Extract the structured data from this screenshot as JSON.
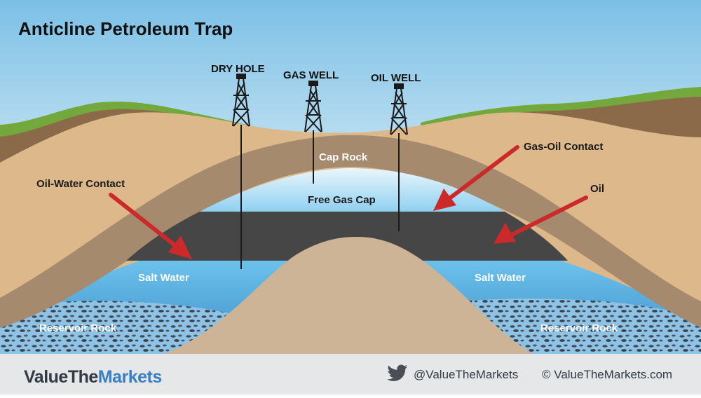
{
  "title": "Anticline Petroleum Trap",
  "wells": {
    "dry_hole": "DRY HOLE",
    "gas_well": "GAS WELL",
    "oil_well": "OIL WELL"
  },
  "layers": {
    "cap_rock": "Cap Rock",
    "free_gas_cap": "Free Gas Cap",
    "salt_water_left": "Salt Water",
    "salt_water_right": "Salt Water",
    "reservoir_rock_left": "Reservoir Rock",
    "reservoir_rock_right": "Reservoir Rock"
  },
  "callouts": {
    "oil_water_contact": "Oil-Water Contact",
    "gas_oil_contact": "Gas-Oil Contact",
    "oil": "Oil"
  },
  "footer": {
    "brand_part1": "ValueThe",
    "brand_part2": "Markets",
    "twitter_handle": "@ValueTheMarkets",
    "copyright": "© ValueTheMarkets.com",
    "twitter_icon": "twitter-bird-icon"
  },
  "colors": {
    "sky_top": "#6fb7e0",
    "grass": "#72a83c",
    "sand": "#ddb88a",
    "cap_rock": "#a58a6d",
    "gas": "#bfe3f5",
    "oil": "#464646",
    "water": "#5ab1e0",
    "arrow": "#cc2a2a",
    "footer_bg": "#e5e7e9"
  }
}
